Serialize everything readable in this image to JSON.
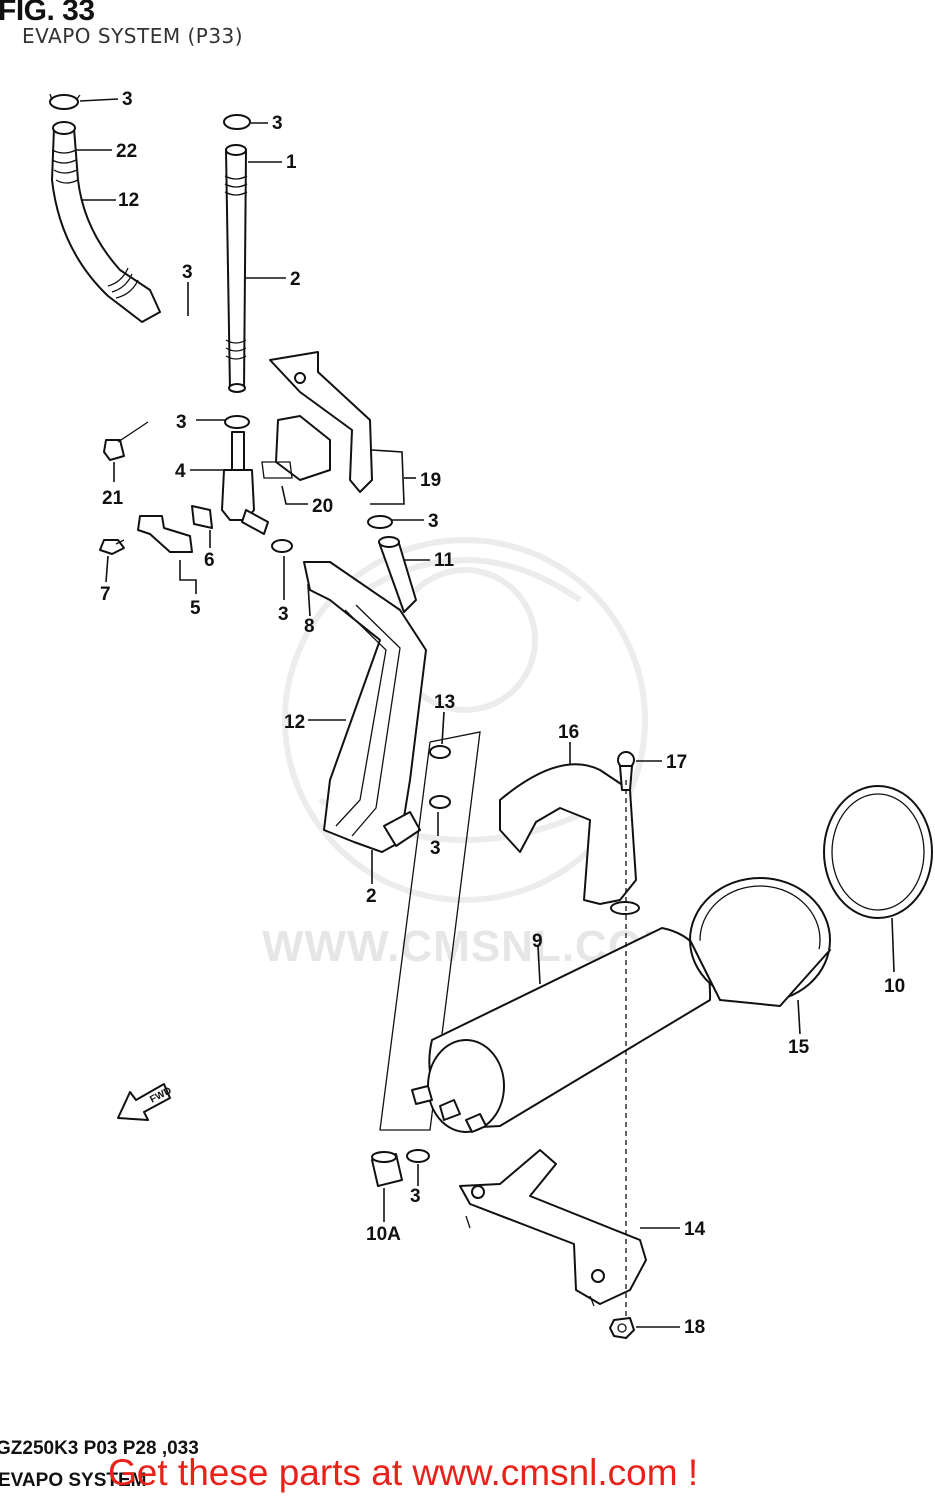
{
  "figure": {
    "title": "FIG. 33",
    "subtitle": "EVAPO SYSTEM (P33)",
    "model_code": "GZ250K3 P03 P28 ,033",
    "model_name": "EVAPO SYSTEM"
  },
  "watermark": {
    "text": "WWW.CMSNL.COM"
  },
  "promo": {
    "text": "Get these parts at www.cmsnl.com !"
  },
  "fwd_label": "FWD",
  "callouts": [
    {
      "id": "c-3a",
      "label": "3"
    },
    {
      "id": "c-22",
      "label": "22"
    },
    {
      "id": "c-12a",
      "label": "12"
    },
    {
      "id": "c-3b",
      "label": "3"
    },
    {
      "id": "c-1",
      "label": "1"
    },
    {
      "id": "c-2a",
      "label": "2"
    },
    {
      "id": "c-3c",
      "label": "3"
    },
    {
      "id": "c-3d",
      "label": "3"
    },
    {
      "id": "c-4",
      "label": "4"
    },
    {
      "id": "c-21",
      "label": "21"
    },
    {
      "id": "c-19",
      "label": "19"
    },
    {
      "id": "c-20",
      "label": "20"
    },
    {
      "id": "c-3e",
      "label": "3"
    },
    {
      "id": "c-11",
      "label": "11"
    },
    {
      "id": "c-6",
      "label": "6"
    },
    {
      "id": "c-7",
      "label": "7"
    },
    {
      "id": "c-5",
      "label": "5"
    },
    {
      "id": "c-3f",
      "label": "3"
    },
    {
      "id": "c-8",
      "label": "8"
    },
    {
      "id": "c-12b",
      "label": "12"
    },
    {
      "id": "c-13",
      "label": "13"
    },
    {
      "id": "c-16",
      "label": "16"
    },
    {
      "id": "c-17",
      "label": "17"
    },
    {
      "id": "c-3g",
      "label": "3"
    },
    {
      "id": "c-2b",
      "label": "2"
    },
    {
      "id": "c-9",
      "label": "9"
    },
    {
      "id": "c-10",
      "label": "10"
    },
    {
      "id": "c-15",
      "label": "15"
    },
    {
      "id": "c-3h",
      "label": "3"
    },
    {
      "id": "c-10A",
      "label": "10A"
    },
    {
      "id": "c-14",
      "label": "14"
    },
    {
      "id": "c-18",
      "label": "18"
    }
  ]
}
